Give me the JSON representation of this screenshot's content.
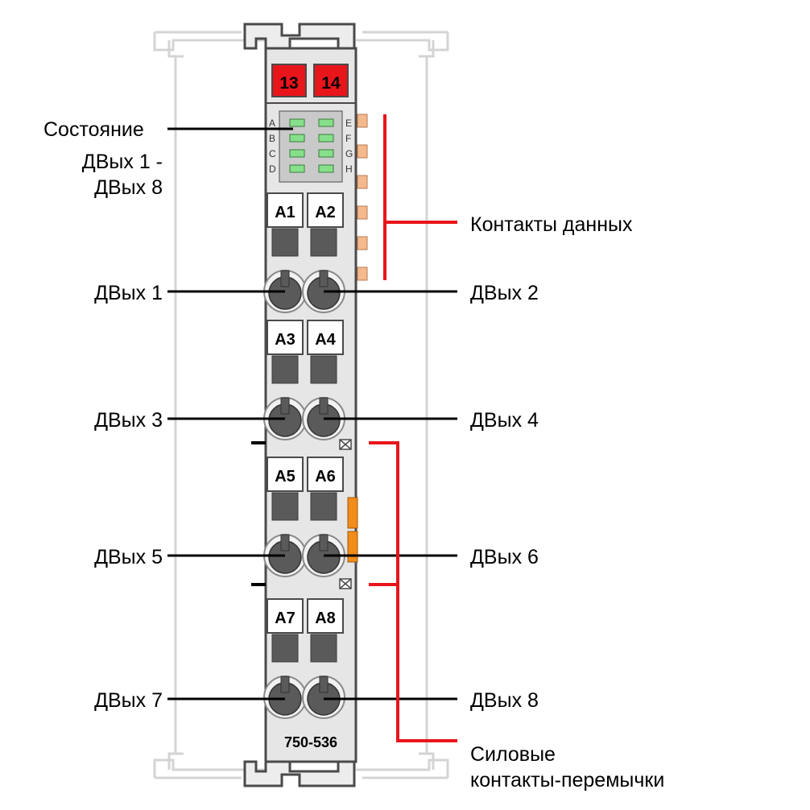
{
  "module": {
    "part_number": "750-536",
    "power_terminals": [
      "13",
      "14"
    ],
    "led_letters_left": [
      "A",
      "B",
      "C",
      "D"
    ],
    "led_letters_right": [
      "E",
      "F",
      "G",
      "H"
    ],
    "channel_labels": [
      "A1",
      "A2",
      "A3",
      "A4",
      "A5",
      "A6",
      "A7",
      "A8"
    ],
    "colors": {
      "housing": "#e6e6e6",
      "terminal_red": "#e8151b",
      "led_green": "#86e08a",
      "callout_red": "#e8151b",
      "jumper_orange": "#f28c1a",
      "contact_peach": "#f5b98e",
      "outline": "#4a4a4a"
    }
  },
  "callouts": {
    "status": {
      "line1": "Состояние",
      "line2": "ДВых 1 -",
      "line3": "ДВых 8"
    },
    "data_contacts": "Контакты данных",
    "outputs": [
      "ДВых 1",
      "ДВых 2",
      "ДВых 3",
      "ДВых 4",
      "ДВых 5",
      "ДВых 6",
      "ДВых 7",
      "ДВых 8"
    ],
    "power_jumpers": {
      "line1": "Силовые",
      "line2": "контакты-перемычки"
    }
  }
}
